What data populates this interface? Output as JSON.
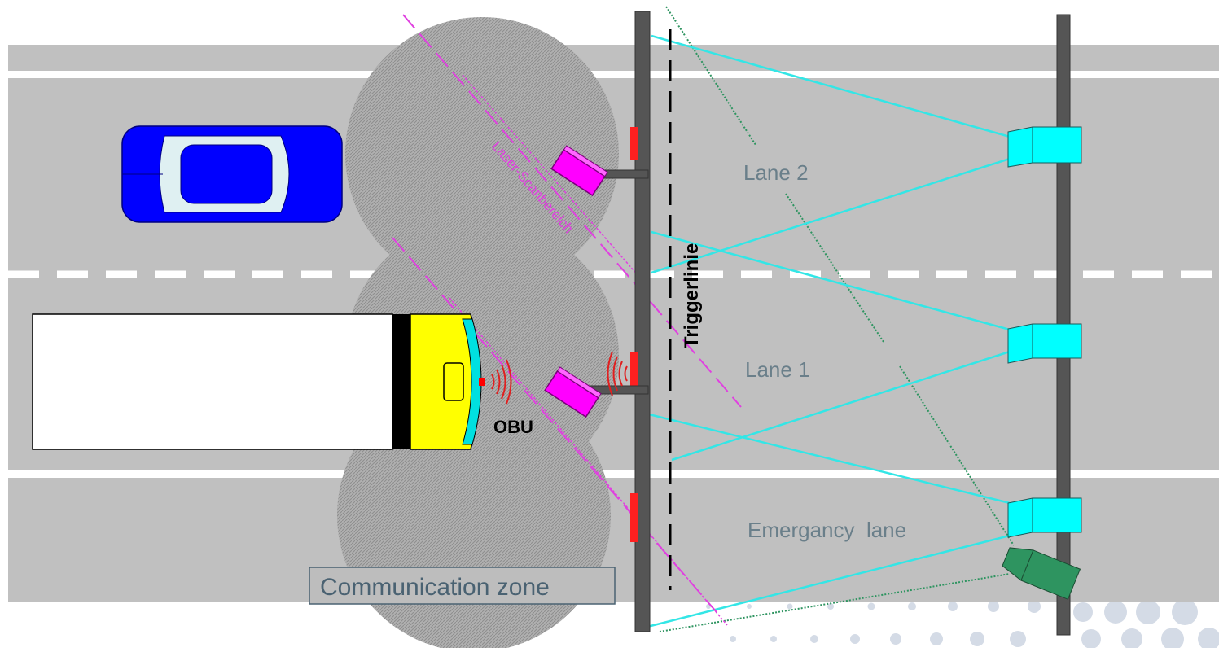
{
  "labels": {
    "lane2": "Lane 2",
    "lane1": "Lane 1",
    "emergency": "Emergancy  lane",
    "obu": "OBU",
    "trigger": "Triggerlinie",
    "laser": "Laser-Scanbereich",
    "comm_zone": "Communication zone"
  },
  "colors": {
    "road": "#c0c0c0",
    "marking": "#ffffff",
    "gantry": "#555555",
    "camera": "#00ffff",
    "camera_beam": "#33e6e6",
    "laser_scanner": "#ff00ff",
    "laser_beam": "#e040e0",
    "extra_camera": "#2e9460",
    "car": "#0000ff",
    "truck_cab": "#ffff00",
    "dsrc_unit": "#ff0000",
    "comm_zone": "#999999"
  },
  "icons": {
    "car": "car-icon",
    "truck": "truck-icon",
    "camera": "camera-icon",
    "laser_scanner": "laser-scanner-icon",
    "dsrc_antenna": "antenna-icon",
    "radio_waves": "radio-waves-icon"
  }
}
